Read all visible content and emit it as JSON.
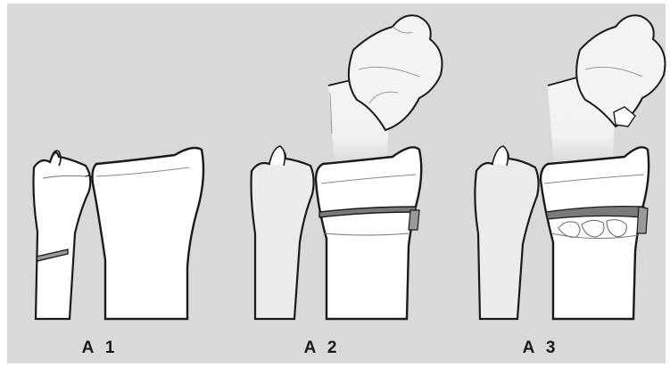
{
  "figure": {
    "panels": [
      {
        "id": "a1",
        "label": "A 1"
      },
      {
        "id": "a2",
        "label": "A 2"
      },
      {
        "id": "a3",
        "label": "A 3"
      }
    ]
  },
  "colors": {
    "background": "#d9d9d9",
    "bone_fill": "#ffffff",
    "bone_shade": "#e8e8e8",
    "outline": "#1a1a1a",
    "fracture_gray": "#9a9a9a"
  }
}
